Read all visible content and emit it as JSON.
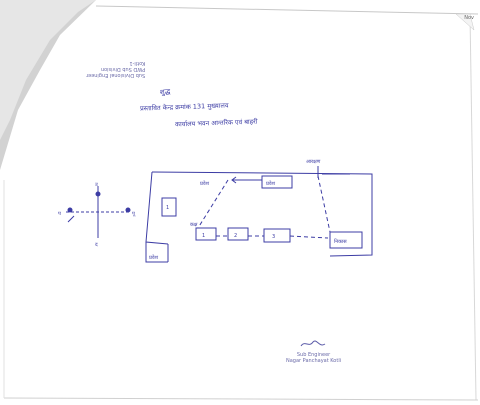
{
  "document": {
    "corner_tag": "Nov",
    "top_stamp_line1": "Sub Divisional Engineer",
    "top_stamp_line2": "PWD Sub Division",
    "top_stamp_line3": "Kotli-1",
    "handwritten_mark": "शुद्ध",
    "title_line1": "प्रस्तावित केन्द्र क्रमांक 131 मुख्यालय",
    "title_line2": "कार्यालय भवन आन्तरिक एवं बाहरी",
    "diagram": {
      "room_label": "कक्ष",
      "top_left_label": "प्रवेश",
      "top_right_label": "आरक्षण",
      "box_top": "प्रवेश",
      "box_left": "1",
      "box_bottom_1": "1",
      "box_bottom_2": "2",
      "box_bottom_3": "3",
      "box_right": "निकास",
      "bottom_left_label": "प्रवेश",
      "compass_n": "उ",
      "compass_s": "द",
      "compass_e": "पू",
      "compass_w": "प"
    },
    "bottom_stamp_line1": "Sub Engineer",
    "bottom_stamp_line2": "Nagar Panchayat Kotli"
  }
}
